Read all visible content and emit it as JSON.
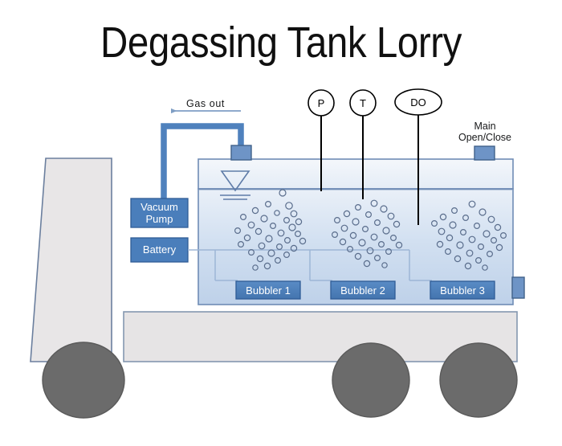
{
  "page": {
    "title": "Degassing Tank Lorry",
    "background": "#ffffff"
  },
  "colors": {
    "accent_blue": "#4a7ebb",
    "pipe_blue": "#4f81bd",
    "outline_blue": "#41628a",
    "body_gray": "#e6e4e5",
    "body_outline": "#8497b0",
    "wheel_gray": "#6b6b6b",
    "wheel_outline": "#5a5a5a",
    "bubble_stroke": "#5a6d8c",
    "tank_liquid_top": "#e8eef7",
    "tank_liquid_bottom": "#c3d4ea",
    "sensor_line": "#000000",
    "text_dark": "#17181a",
    "text_white": "#ffffff"
  },
  "labels": {
    "gas_out": "Gas out",
    "vacuum_pump_line1": "Vacuum",
    "vacuum_pump_line2": "Pump",
    "battery": "Battery",
    "main_valve_line1": "Main",
    "main_valve_line2": "Open/Close"
  },
  "sensors": [
    {
      "id": "pressure",
      "label": "P",
      "shape": "circle"
    },
    {
      "id": "temperature",
      "label": "T",
      "shape": "circle"
    },
    {
      "id": "dissolved-oxygen",
      "label": "DO",
      "shape": "ellipse"
    }
  ],
  "bubblers": [
    {
      "id": "bubbler-1",
      "label": "Bubbler 1"
    },
    {
      "id": "bubbler-2",
      "label": "Bubbler 2"
    },
    {
      "id": "bubbler-3",
      "label": "Bubbler 3"
    }
  ],
  "components": [
    {
      "id": "truck-cab",
      "name": "Truck cab"
    },
    {
      "id": "chassis-bed",
      "name": "Chassis bed"
    },
    {
      "id": "tank",
      "name": "Degassing tank"
    },
    {
      "id": "gas-pipe",
      "name": "Gas outlet pipe"
    },
    {
      "id": "tank-inlet-valve",
      "name": "Tank top valve"
    },
    {
      "id": "tank-outlet-nozzle",
      "name": "Tank outlet nozzle"
    },
    {
      "id": "water-level-symbol",
      "name": "Liquid level symbol"
    },
    {
      "id": "wheel-front",
      "name": "Front wheel"
    },
    {
      "id": "wheel-mid",
      "name": "Middle wheel"
    },
    {
      "id": "wheel-rear",
      "name": "Rear wheel"
    }
  ]
}
